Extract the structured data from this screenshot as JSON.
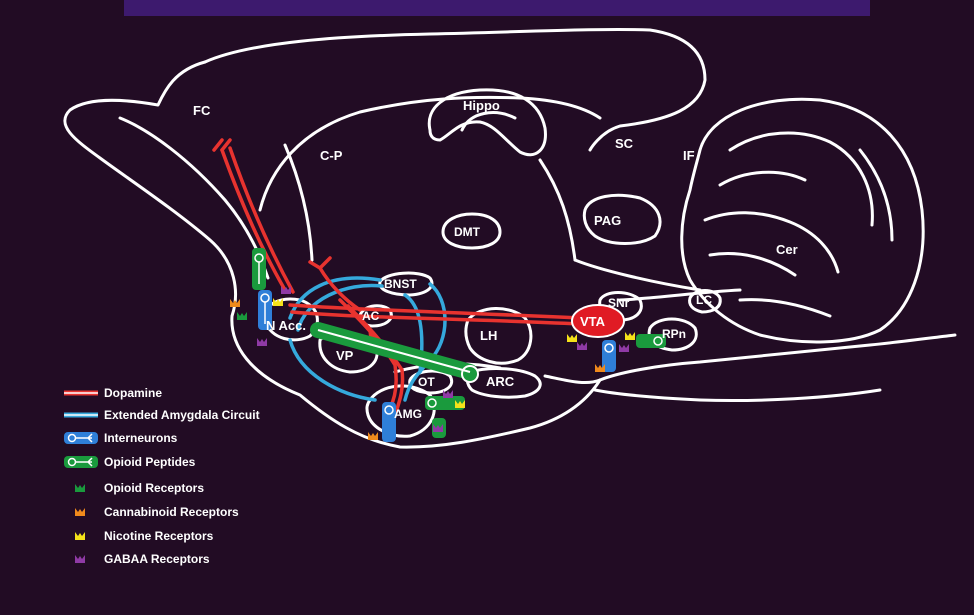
{
  "regions": {
    "fc": "FC",
    "hippo": "Hippo",
    "cp": "C-P",
    "sc": "SC",
    "if": "IF",
    "dmt": "DMT",
    "pag": "PAG",
    "cer": "Cer",
    "bnst": "BNST",
    "ac": "AC",
    "nacc": "N Acc.",
    "vp": "VP",
    "lh": "LH",
    "vta": "VTA",
    "snr": "SNr",
    "lc": "LC",
    "rpn": "RPn",
    "ot": "OT",
    "arc": "ARC",
    "amg": "AMG"
  },
  "legend": {
    "items": [
      {
        "label": "Dopamine",
        "symbol": "line",
        "color": "#e8332f"
      },
      {
        "label": "Extended Amygdala Circuit",
        "symbol": "line",
        "color": "#35a9dc"
      },
      {
        "label": "Interneurons",
        "symbol": "neuron",
        "color": "#2f7fd8"
      },
      {
        "label": "Opioid Peptides",
        "symbol": "neuron",
        "color": "#1a9a3d"
      },
      {
        "label": "Opioid Receptors",
        "symbol": "receptor",
        "color": "#1a9a3d"
      },
      {
        "label": "Cannabinoid Receptors",
        "symbol": "receptor",
        "color": "#f08a1c"
      },
      {
        "label": "Nicotine Receptors",
        "symbol": "receptor",
        "color": "#f5e21a"
      },
      {
        "label": "GABAA Receptors",
        "symbol": "receptor",
        "color": "#8f3aa5"
      }
    ]
  },
  "colors": {
    "background": "#220c24",
    "outline": "#ffffff",
    "dopamine": "#e8332f",
    "amygdala_circuit": "#35a9dc",
    "vta_fill": "#e01b24"
  }
}
